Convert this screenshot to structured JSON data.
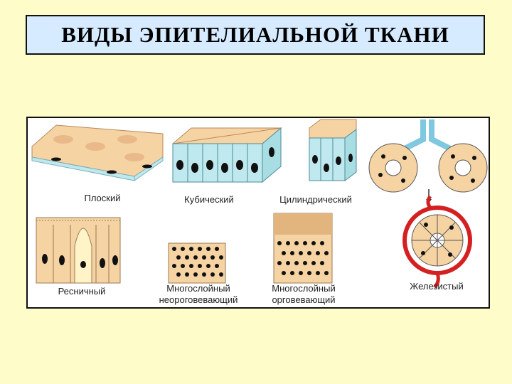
{
  "title": "ВИДЫ ЭПИТЕЛИАЛЬНОЙ ТКАНИ",
  "labels": {
    "flat": "Плоский",
    "cubic": "Кубический",
    "cylindrical": "Цилиндрический",
    "ciliated": "Ресничный",
    "stratified_nonkeratinized_1": "Многослойный",
    "stratified_nonkeratinized_2": "неороговевающий",
    "stratified_keratinized_1": "Многослойный",
    "stratified_keratinized_2": "орговевающий",
    "glandular": "Железистый"
  },
  "colors": {
    "background": "#fefcc8",
    "title_box": "#d6ebff",
    "cell_fill": "#f6d3a3",
    "cell_blue": "#bfe9ee",
    "nucleus": "#111111",
    "gland_red": "#d42020"
  }
}
